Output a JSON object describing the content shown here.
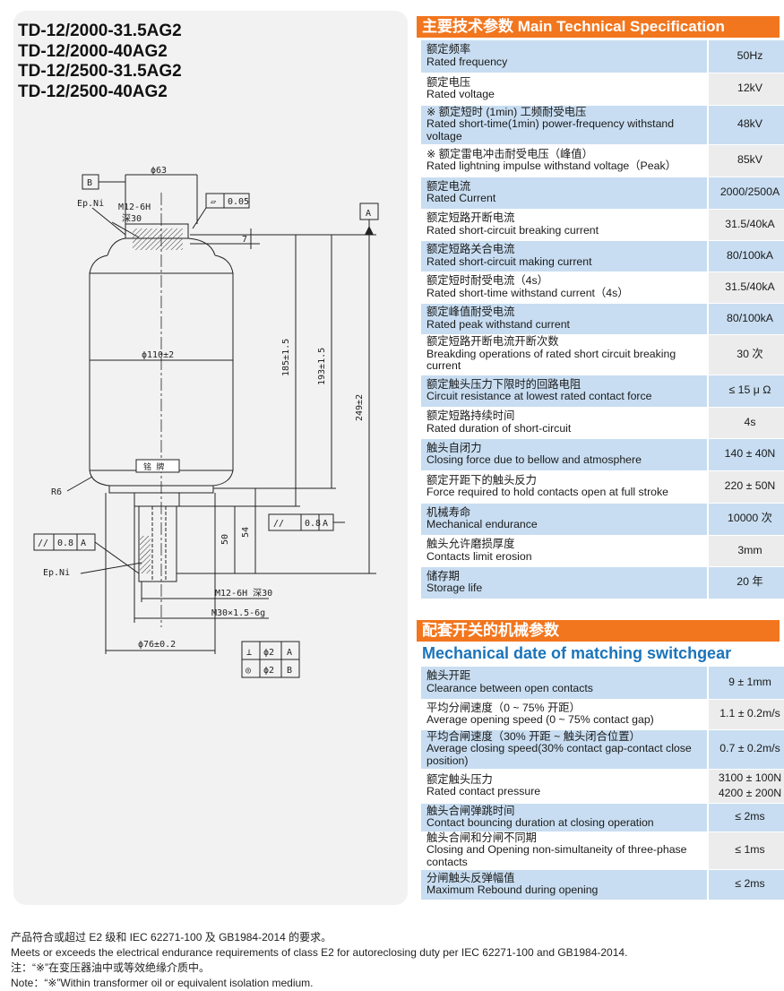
{
  "models": [
    "TD-12/2000-31.5AG2",
    "TD-12/2000-40AG2",
    "TD-12/2500-31.5AG2",
    "TD-12/2500-40AG2"
  ],
  "drawing": {
    "datum_b": "B",
    "datum_a": "A",
    "phi63": "ϕ63",
    "epni_top": "Ep.Ni",
    "thread_top": "M12-6H",
    "depth_top": "深30",
    "flatness_sym": "▱",
    "flatness_val": "0.05",
    "dim7": "7",
    "phi110": "ϕ110±2",
    "dim185": "185±1.5",
    "dim193": "193±1.5",
    "dim249": "249±2",
    "nameplate": "铭 牌",
    "r6": "R6",
    "parallel_sym": "//",
    "par_right_val": "0.8",
    "par_right_ref": "A",
    "par_left_val": "0.8",
    "par_left_ref": "A",
    "dim50": "50",
    "dim54": "54",
    "epni_bottom": "Ep.Ni",
    "thread_bottom": "M12-6H 深30",
    "thread_m30": "M30×1.5-6g",
    "phi76": "ϕ76±0.2",
    "perp_sym": "⊥",
    "perp_val": "ϕ2",
    "perp_ref": "A",
    "conc_sym": "◎",
    "conc_val": "ϕ2",
    "conc_ref": "B"
  },
  "main_spec": {
    "header": "主要技术参数 Main Technical Specification",
    "rows": [
      {
        "cn": "额定频率",
        "en": "Rated frequency",
        "value": "50Hz"
      },
      {
        "cn": "额定电压",
        "en": "Rated voltage",
        "value": "12kV"
      },
      {
        "cn": "※ 额定短时 (1min) 工频耐受电压",
        "en": "Rated short-time(1min) power-frequency withstand voltage",
        "value": "48kV"
      },
      {
        "cn": "※ 额定雷电冲击耐受电压（峰值）",
        "en": "Rated lightning impulse withstand voltage（Peak）",
        "value": "85kV"
      },
      {
        "cn": "额定电流",
        "en": "Rated Current",
        "value": "2000/2500A"
      },
      {
        "cn": "额定短路开断电流",
        "en": "Rated short-circuit breaking current",
        "value": "31.5/40kA"
      },
      {
        "cn": "额定短路关合电流",
        "en": "Rated short-circuit making current",
        "value": "80/100kA"
      },
      {
        "cn": "额定短时耐受电流（4s）",
        "en": "Rated short-time withstand current（4s）",
        "value": "31.5/40kA"
      },
      {
        "cn": "额定峰值耐受电流",
        "en": "Rated peak withstand current",
        "value": "80/100kA"
      },
      {
        "cn": "额定短路开断电流开断次数",
        "en": "Breakding operations of rated short circuit breaking current",
        "value": "30 次"
      },
      {
        "cn": "额定触头压力下限时的回路电阻",
        "en": "Circuit resistance at lowest rated contact force",
        "value": "≤ 15 μ Ω"
      },
      {
        "cn": "额定短路持续时间",
        "en": "Rated duration of short-circuit",
        "value": "4s"
      },
      {
        "cn": "触头自闭力",
        "en": "Closing force due to bellow and atmosphere",
        "value": "140 ± 40N"
      },
      {
        "cn": "额定开距下的触头反力",
        "en": "Force required to hold contacts open at full stroke",
        "value": "220 ± 50N"
      },
      {
        "cn": "机械寿命",
        "en": "Mechanical endurance",
        "value": "10000 次"
      },
      {
        "cn": "触头允许磨损厚度",
        "en": "Contacts limit erosion",
        "value": "3mm"
      },
      {
        "cn": "储存期",
        "en": "Storage life",
        "value": "20 年"
      }
    ]
  },
  "mech_spec": {
    "header_cn": "配套开关的机械参数",
    "header_en": "Mechanical date of matching switchgear",
    "rows": [
      {
        "cn": "触头开距",
        "en": "Clearance between open contacts",
        "value": "9 ± 1mm"
      },
      {
        "cn": "平均分闸速度（0 ~ 75% 开距）",
        "en": "Average opening speed (0 ~ 75% contact gap)",
        "value": "1.1 ± 0.2m/s"
      },
      {
        "cn": "平均合闸速度（30% 开距 ~ 触头闭合位置）",
        "en": "Average closing speed(30% contact gap-contact close position)",
        "value": "0.7 ± 0.2m/s"
      },
      {
        "cn": "额定触头压力",
        "en": "Rated contact pressure",
        "value": "3100 ± 100N",
        "value2": "4200 ± 200N"
      },
      {
        "cn": "触头合闸弹跳时间",
        "en": "Contact bouncing duration at closing operation",
        "value": "≤ 2ms"
      },
      {
        "cn": "触头合闸和分闸不同期",
        "en": "Closing and Opening non-simultaneity of three-phase contacts",
        "value": "≤ 1ms"
      },
      {
        "cn": "分闸触头反弹幅值",
        "en": "Maximum Rebound during opening",
        "value": "≤ 2ms"
      }
    ]
  },
  "footer": [
    "产品符合或超过 E2 级和 IEC 62271-100 及 GB1984-2014 的要求。",
    "Meets or exceeds the electrical endurance requirements of class E2 for autoreclosing duty per IEC 62271-100 and GB1984-2014.",
    "注：“※”在变压器油中或等效绝缘介质中。",
    "Note：“※”Within transformer oil or equivalent isolation medium."
  ]
}
